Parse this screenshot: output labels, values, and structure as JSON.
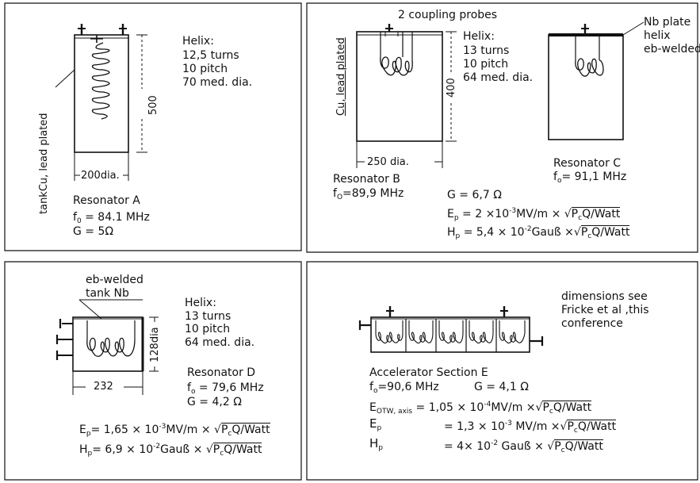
{
  "panelA": {
    "helix_title": "Helix:",
    "turns": "12,5 turns",
    "pitch": "10  pitch",
    "dia": "70  med. dia.",
    "height_dim": "500",
    "width_dim": "200dia.",
    "side_label": "tankCu, lead plated",
    "name": "Resonator A",
    "f0_prefix": "f",
    "f0_sub": "0",
    "f0_value": " = 84.1 MHz",
    "g": "G = 5Ω"
  },
  "panelBC": {
    "probes": "2 coupling probes",
    "nb_plate": "Nb plate",
    "helix_word": "helix",
    "eb_welded": "eb-welded",
    "helix_title": "Helix:",
    "turns": "13  turns",
    "pitch": "10  pitch",
    "dia": "64 med. dia.",
    "height_dim": "400",
    "width_dim": "250 dia.",
    "side_label": "Cu, lead plated",
    "b_name": "Resonator B",
    "b_f0_prefix": "f",
    "b_f0_sub": "O",
    "b_f0_value": "=89,9 MHz",
    "c_name": "Resonator C",
    "c_f0_prefix": "f",
    "c_f0_sub": "o",
    "c_f0_value": "= 91,1 MHz",
    "g": "G = 6,7 Ω",
    "ep_prefix": "E",
    "ep_sub": "p",
    "ep_a": " = 2 ×10",
    "ep_exp": "-3",
    "ep_b": "MV/m × √",
    "ep_root": "P",
    "ep_root_sub": "c",
    "ep_root2": "Q/Watt",
    "hp_prefix": "H",
    "hp_sub": "p",
    "hp_a": " = 5,4 × 10",
    "hp_exp": "-2",
    "hp_b": "Gauß ×√",
    "hp_root": "P",
    "hp_root_sub": "c",
    "hp_root2": "Q/Watt"
  },
  "panelD": {
    "eb_welded": "eb-welded",
    "tank": "tank Nb",
    "helix_title": "Helix:",
    "turns": "13 turns",
    "pitch": "10 pitch",
    "dia": "64 med. dia.",
    "height_dim": "128dia",
    "width_dim": "232",
    "name": "Resonator D",
    "f0_prefix": "f",
    "f0_sub": "o",
    "f0_value": " = 79,6 MHz",
    "g": "G = 4,2 Ω",
    "ep_prefix": "E",
    "ep_sub": "p",
    "ep_a": "= 1,65 × 10",
    "ep_exp": "-3",
    "ep_b": "MV/m  ×  √",
    "ep_root": "P",
    "ep_root_sub": "c",
    "ep_root2": "Q/Watt",
    "hp_prefix": "H",
    "hp_sub": "p",
    "hp_a": "= 6,9 × 10",
    "hp_exp": "-2",
    "hp_b": "Gauß  ×  √",
    "hp_root": "P",
    "hp_root_sub": "c",
    "hp_root2": "Q/Watt"
  },
  "panelE": {
    "dims1": "dimensions see",
    "dims2": "Fricke et al ,this",
    "dims3": "conference",
    "name": "Accelerator   Section E",
    "f0_prefix": "f",
    "f0_sub": "o",
    "f0_value": "=90,6 MHz",
    "g": "G = 4,1 Ω",
    "eotw_prefix": "E",
    "eotw_sub": "OTW, axis",
    "eotw_a": " = 1,05 × 10",
    "eotw_exp": "-4",
    "eotw_b": "MV/m ×√",
    "eotw_root": "P",
    "eotw_root_sub": "c",
    "eotw_root2": "Q/Watt",
    "ep_prefix": "E",
    "ep_sub": "p",
    "ep_a": "= 1,3 × 10",
    "ep_exp": "-3",
    "ep_b": " MV/m ×√",
    "ep_root": "P",
    "ep_root_sub": "c",
    "ep_root2": "Q/Watt",
    "hp_prefix": "H",
    "hp_sub": "p",
    "hp_a": "= 4× 10",
    "hp_exp": "-2",
    "hp_b": " Gauß × √",
    "hp_root": "P",
    "hp_root_sub": "c",
    "hp_root2": "Q/Watt"
  }
}
